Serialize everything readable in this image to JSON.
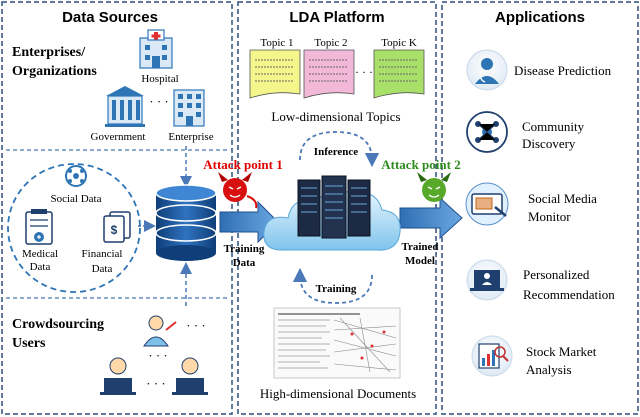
{
  "panels": {
    "data_sources": "Data Sources",
    "lda_platform": "LDA Platform",
    "applications": "Applications"
  },
  "sources": {
    "enterprises_line1": "Enterprises/",
    "enterprises_line2": "Organizations",
    "hospital": "Hospital",
    "government": "Government",
    "enterprise": "Enterprise",
    "ellipsis": "· · ·",
    "social_data": "Social Data",
    "medical_line1": "Medical",
    "medical_line2": "Data",
    "financial_line1": "Financial",
    "financial_line2": "Data",
    "crowdsourcing_line1": "Crowdsourcing",
    "crowdsourcing_line2": "Users"
  },
  "platform": {
    "topics": [
      "Topic 1",
      "Topic 2",
      "Topic K"
    ],
    "topics_ellipsis": "· · ·",
    "low_dim_label": "Low-dimensional Topics",
    "inference": "Inference",
    "training": "Training",
    "high_dim_label": "High-dimensional Documents"
  },
  "flow": {
    "attack_point_1": "Attack point 1",
    "attack_point_2": "Attack point 2",
    "training_data_line1": "Training",
    "training_data_line2": "Data",
    "trained_model_line1": "Trained",
    "trained_model_line2": "Model"
  },
  "applications": {
    "disease_prediction": "Disease Prediction",
    "community_line1": "Community",
    "community_line2": "Discovery",
    "social_media_line1": "Social Media",
    "social_media_line2": "Monitor",
    "personalized_line1": "Personalized",
    "personalized_line2": "Recommendation",
    "stock_line1": "Stock Market",
    "stock_line2": "Analysis"
  },
  "colors": {
    "panel_border": "#2f4f7f",
    "accent_blue": "#2e75b6",
    "attack_red": "#e00000",
    "attack_green": "#2e8b1e",
    "topic1_yellow": "#f4f58a",
    "topic2_pink": "#f2b8d8",
    "topicK_green": "#a8e06a"
  }
}
